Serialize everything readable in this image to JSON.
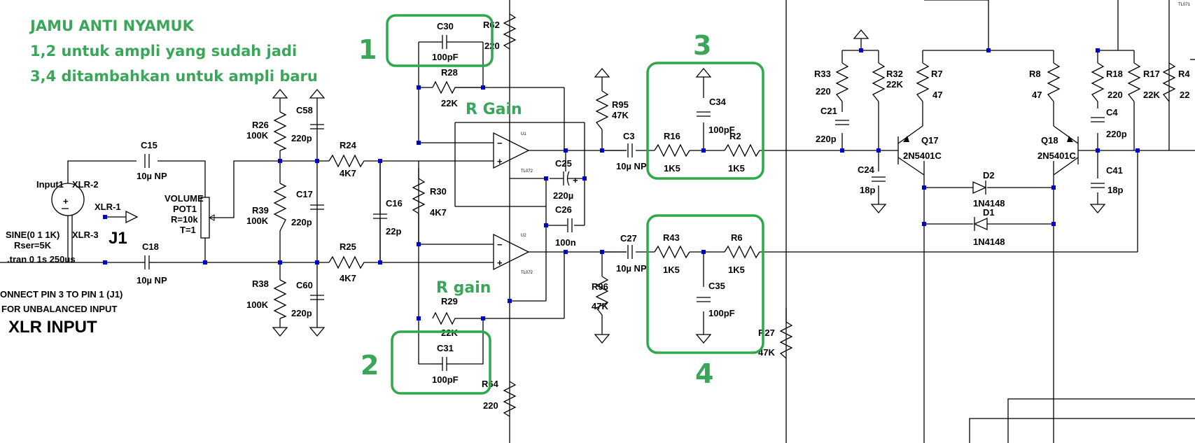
{
  "annotations": {
    "note_line1": "JAMU ANTI NYAMUK",
    "note_line2": "1,2 untuk ampli yang sudah jadi",
    "note_line3": "3,4 ditambahkan untuk ampli baru",
    "box_numbers": [
      "1",
      "2",
      "3",
      "4"
    ],
    "r_gain_top": "R Gain",
    "r_gain_bottom": "R gain",
    "color": "#3aa65a"
  },
  "input": {
    "source_name": "Input1",
    "source_value": "SINE(0 1 1K)",
    "source_rser": "Rser=5K",
    "tran": ".tran 0 1s 250us",
    "xlr2": "XLR-2",
    "xlr1": "XLR-1",
    "xlr3": "XLR-3",
    "j1": "J1",
    "note1": "ONNECT PIN 3 TO PIN 1 (J1)",
    "note2": "FOR UNBALANCED INPUT",
    "title": "XLR INPUT"
  },
  "pot": {
    "name1": "VOLUME",
    "name2": "POT1",
    "r": "R=10k",
    "t": "T=1"
  },
  "components": [
    {
      "ref": "C15",
      "value": "10µ NP"
    },
    {
      "ref": "C18",
      "value": "10µ NP"
    },
    {
      "ref": "R26",
      "value": "100K"
    },
    {
      "ref": "C58",
      "value": "220p"
    },
    {
      "ref": "R39",
      "value": "100K"
    },
    {
      "ref": "C17",
      "value": "220p"
    },
    {
      "ref": "R38",
      "value": "100K"
    },
    {
      "ref": "C60",
      "value": "220p"
    },
    {
      "ref": "R24",
      "value": "4K7"
    },
    {
      "ref": "R25",
      "value": "4K7"
    },
    {
      "ref": "C16",
      "value": "22p"
    },
    {
      "ref": "C30",
      "value": "100pF"
    },
    {
      "ref": "R62",
      "value": "220"
    },
    {
      "ref": "R28",
      "value": "22K"
    },
    {
      "ref": "R30",
      "value": "4K7"
    },
    {
      "ref": "R29",
      "value": "22K"
    },
    {
      "ref": "C31",
      "value": "100pF"
    },
    {
      "ref": "R64",
      "value": "220"
    },
    {
      "ref": "C25",
      "value": "220µ"
    },
    {
      "ref": "C26",
      "value": "100n"
    },
    {
      "ref": "R95",
      "value": "47K"
    },
    {
      "ref": "R96",
      "value": "47K"
    },
    {
      "ref": "C3",
      "value": "10µ NP"
    },
    {
      "ref": "C27",
      "value": "10µ NP"
    },
    {
      "ref": "R16",
      "value": "1K5"
    },
    {
      "ref": "R2",
      "value": "1K5"
    },
    {
      "ref": "C34",
      "value": "100pF"
    },
    {
      "ref": "R43",
      "value": "1K5"
    },
    {
      "ref": "R6",
      "value": "1K5"
    },
    {
      "ref": "C35",
      "value": "100pF"
    },
    {
      "ref": "R27",
      "value": "47K"
    },
    {
      "ref": "R33",
      "value": "220"
    },
    {
      "ref": "R32",
      "value": "22K"
    },
    {
      "ref": "C21",
      "value": "220p"
    },
    {
      "ref": "C24",
      "value": "18p"
    },
    {
      "ref": "R7",
      "value": "47"
    },
    {
      "ref": "R8",
      "value": "47"
    },
    {
      "ref": "Q17",
      "value": "2N5401C"
    },
    {
      "ref": "Q18",
      "value": "2N5401C"
    },
    {
      "ref": "D2",
      "value": "1N4148"
    },
    {
      "ref": "D1",
      "value": "1N4148"
    },
    {
      "ref": "R18",
      "value": "220"
    },
    {
      "ref": "R17",
      "value": "22K"
    },
    {
      "ref": "C4",
      "value": "220p"
    },
    {
      "ref": "C41",
      "value": "18p"
    },
    {
      "ref": "R4",
      "value": "22"
    }
  ],
  "opamps": [
    {
      "ref": "U1",
      "part": "TL072"
    },
    {
      "ref": "U2",
      "part": "TL072"
    }
  ],
  "corner_tag": "TL071"
}
